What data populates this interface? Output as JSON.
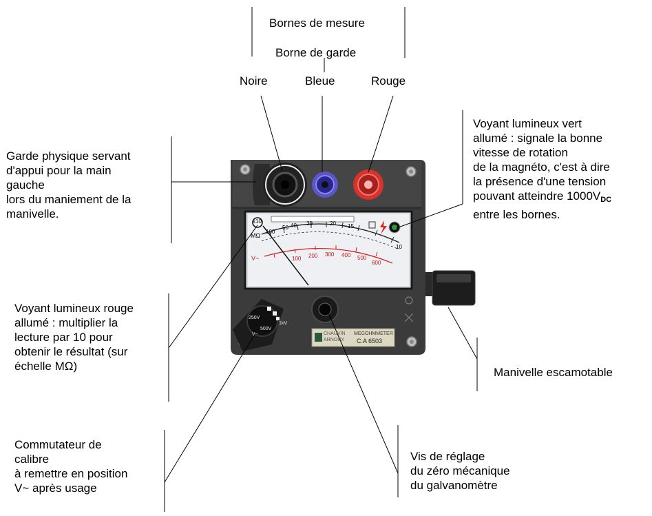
{
  "labels": {
    "bornes_mesure": "Bornes de mesure",
    "borne_garde": "Borne de garde",
    "noire": "Noire",
    "bleue": "Bleue",
    "rouge": "Rouge",
    "garde_physique": "Garde physique servant\nd'appui pour la main\ngauche\nlors du maniement de la\nmanivelle.",
    "voyant_vert_main": "Voyant lumineux vert\nallumé : signale la bonne\nvitesse de rotation\nde la magnéto, c'est à dire\nla présence d'une tension\npouvant atteindre 1000V",
    "voyant_vert_sub": "DC",
    "voyant_vert_end": "entre les bornes.",
    "voyant_rouge": "Voyant lumineux rouge\nallumé : multiplier la\nlecture par 10 pour\nobtenir le résultat (sur\néchelle MΩ)",
    "manivelle": "Manivelle escamotable",
    "commutateur": "Commutateur de\ncalibre\nà remettre en position\nV~ après usage",
    "vis": "Vis de réglage\ndu zéro mécanique\ndu galvanomètre"
  },
  "device": {
    "brand": "CHAUVIN ARNOUX",
    "model_name": "MEGOHMMETER",
    "model_number": "C.A 6503",
    "x10_marker": "x10",
    "range_250": "250V",
    "range_500": "500V",
    "range_1000": "1kV",
    "range_v": "V~",
    "meg_ohm_unit": "MΩ",
    "volt_unit": "V~",
    "scale_mohm": [
      "100",
      "50",
      "40",
      "30",
      "20",
      "15",
      "10"
    ],
    "scale_v": [
      "100",
      "200",
      "300",
      "400",
      "500",
      "600"
    ]
  }
}
